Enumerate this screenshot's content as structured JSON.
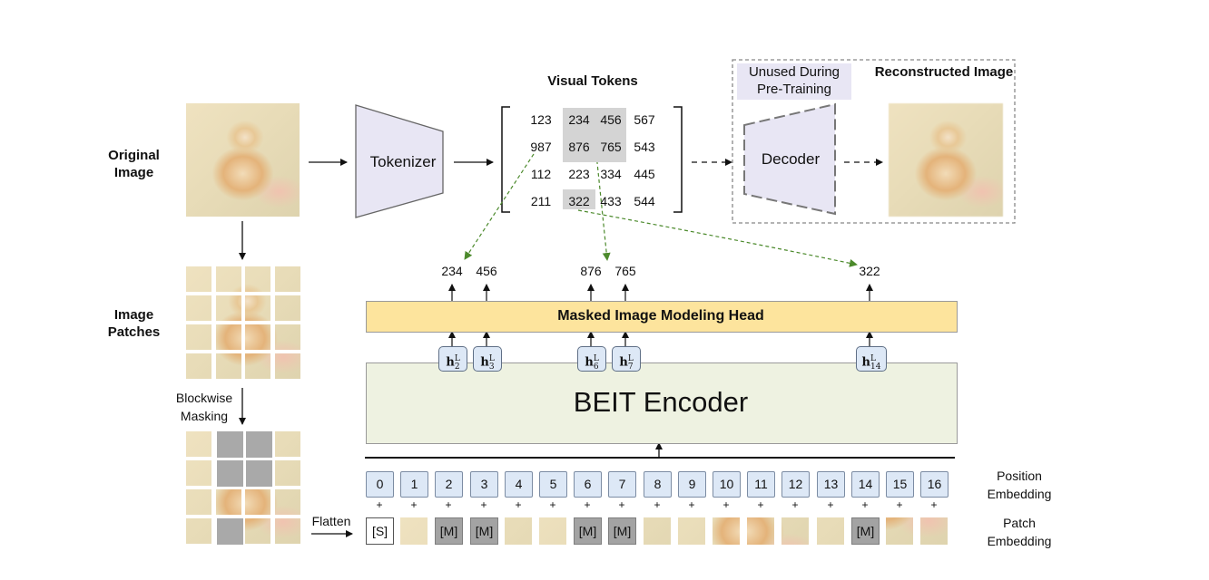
{
  "labels": {
    "original_image": "Original Image",
    "image_patches": "Image Patches",
    "blockwise_masking": "Blockwise Masking",
    "flatten": "Flatten",
    "tokenizer": "Tokenizer",
    "visual_tokens": "Visual Tokens",
    "unused": "Unused During Pre-Training",
    "decoder": "Decoder",
    "reconstructed_image": "Reconstructed Image",
    "mim_head": "Masked Image Modeling Head",
    "encoder": "BEIT Encoder",
    "position_embedding": "Position Embedding",
    "patch_embedding": "Patch Embedding",
    "special_token": "[S]",
    "mask_token": "[M]"
  },
  "visual_tokens": [
    [
      "123",
      "234",
      "456",
      "567"
    ],
    [
      "987",
      "876",
      "765",
      "543"
    ],
    [
      "112",
      "223",
      "334",
      "445"
    ],
    [
      "211",
      "322",
      "433",
      "544"
    ]
  ],
  "masked_token_cells": [
    [
      0,
      1
    ],
    [
      0,
      2
    ],
    [
      1,
      1
    ],
    [
      1,
      2
    ],
    [
      3,
      1
    ]
  ],
  "head_outputs": [
    "234",
    "456",
    "876",
    "765",
    "322"
  ],
  "hidden_states": [
    {
      "sub": "2",
      "sup": "L"
    },
    {
      "sub": "3",
      "sup": "L"
    },
    {
      "sub": "6",
      "sup": "L"
    },
    {
      "sub": "7",
      "sup": "L"
    },
    {
      "sub": "14",
      "sup": "L"
    }
  ],
  "positions": [
    "0",
    "1",
    "2",
    "3",
    "4",
    "5",
    "6",
    "7",
    "8",
    "9",
    "10",
    "11",
    "12",
    "13",
    "14",
    "15",
    "16"
  ],
  "plus_sign": "+",
  "masked_patch_indices": [
    2,
    3,
    6,
    7,
    14
  ],
  "colors": {
    "tokenizer_fill": "#e8e6f4",
    "head_fill": "#fde49d",
    "encoder_fill": "#eef2e1",
    "position_fill": "#dde8f6",
    "mask_fill": "#a3a3a3",
    "arrow_green": "#4c8a2c"
  }
}
